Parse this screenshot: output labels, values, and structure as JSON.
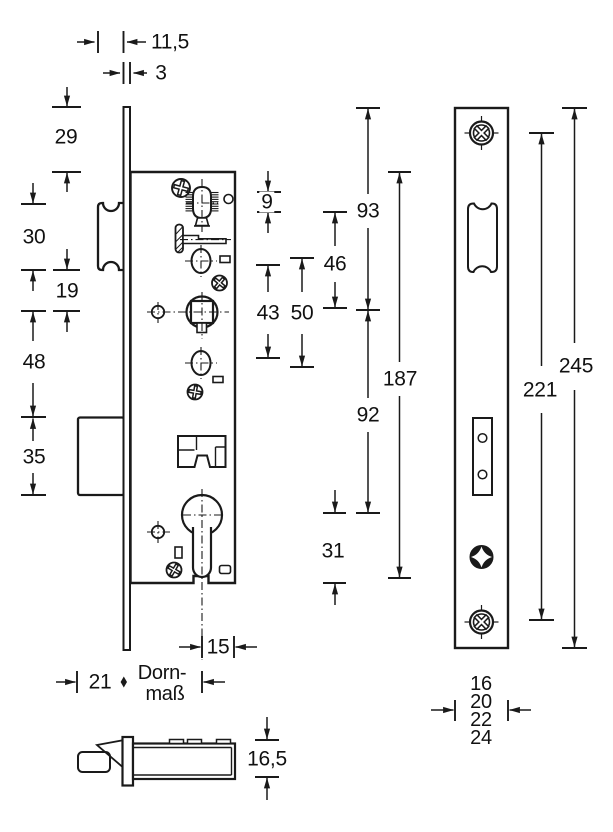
{
  "colors": {
    "ink": "#1a1a1a",
    "paper": "#ffffff"
  },
  "dims": {
    "d11_5": "11,5",
    "d3": "3",
    "d29": "29",
    "d30": "30",
    "d19": "19",
    "d48": "48",
    "d35": "35",
    "d9": "9",
    "d43": "43",
    "d50": "50",
    "d46": "46",
    "d93": "93",
    "d92": "92",
    "d187": "187",
    "d31": "31",
    "d15": "15",
    "d21": "21",
    "d16_5": "16,5",
    "d221": "221",
    "d245": "245"
  },
  "backset_label": {
    "line1": "Dorn-",
    "line2": "maß"
  },
  "plate_width_options": [
    "16",
    "20",
    "22",
    "24"
  ]
}
